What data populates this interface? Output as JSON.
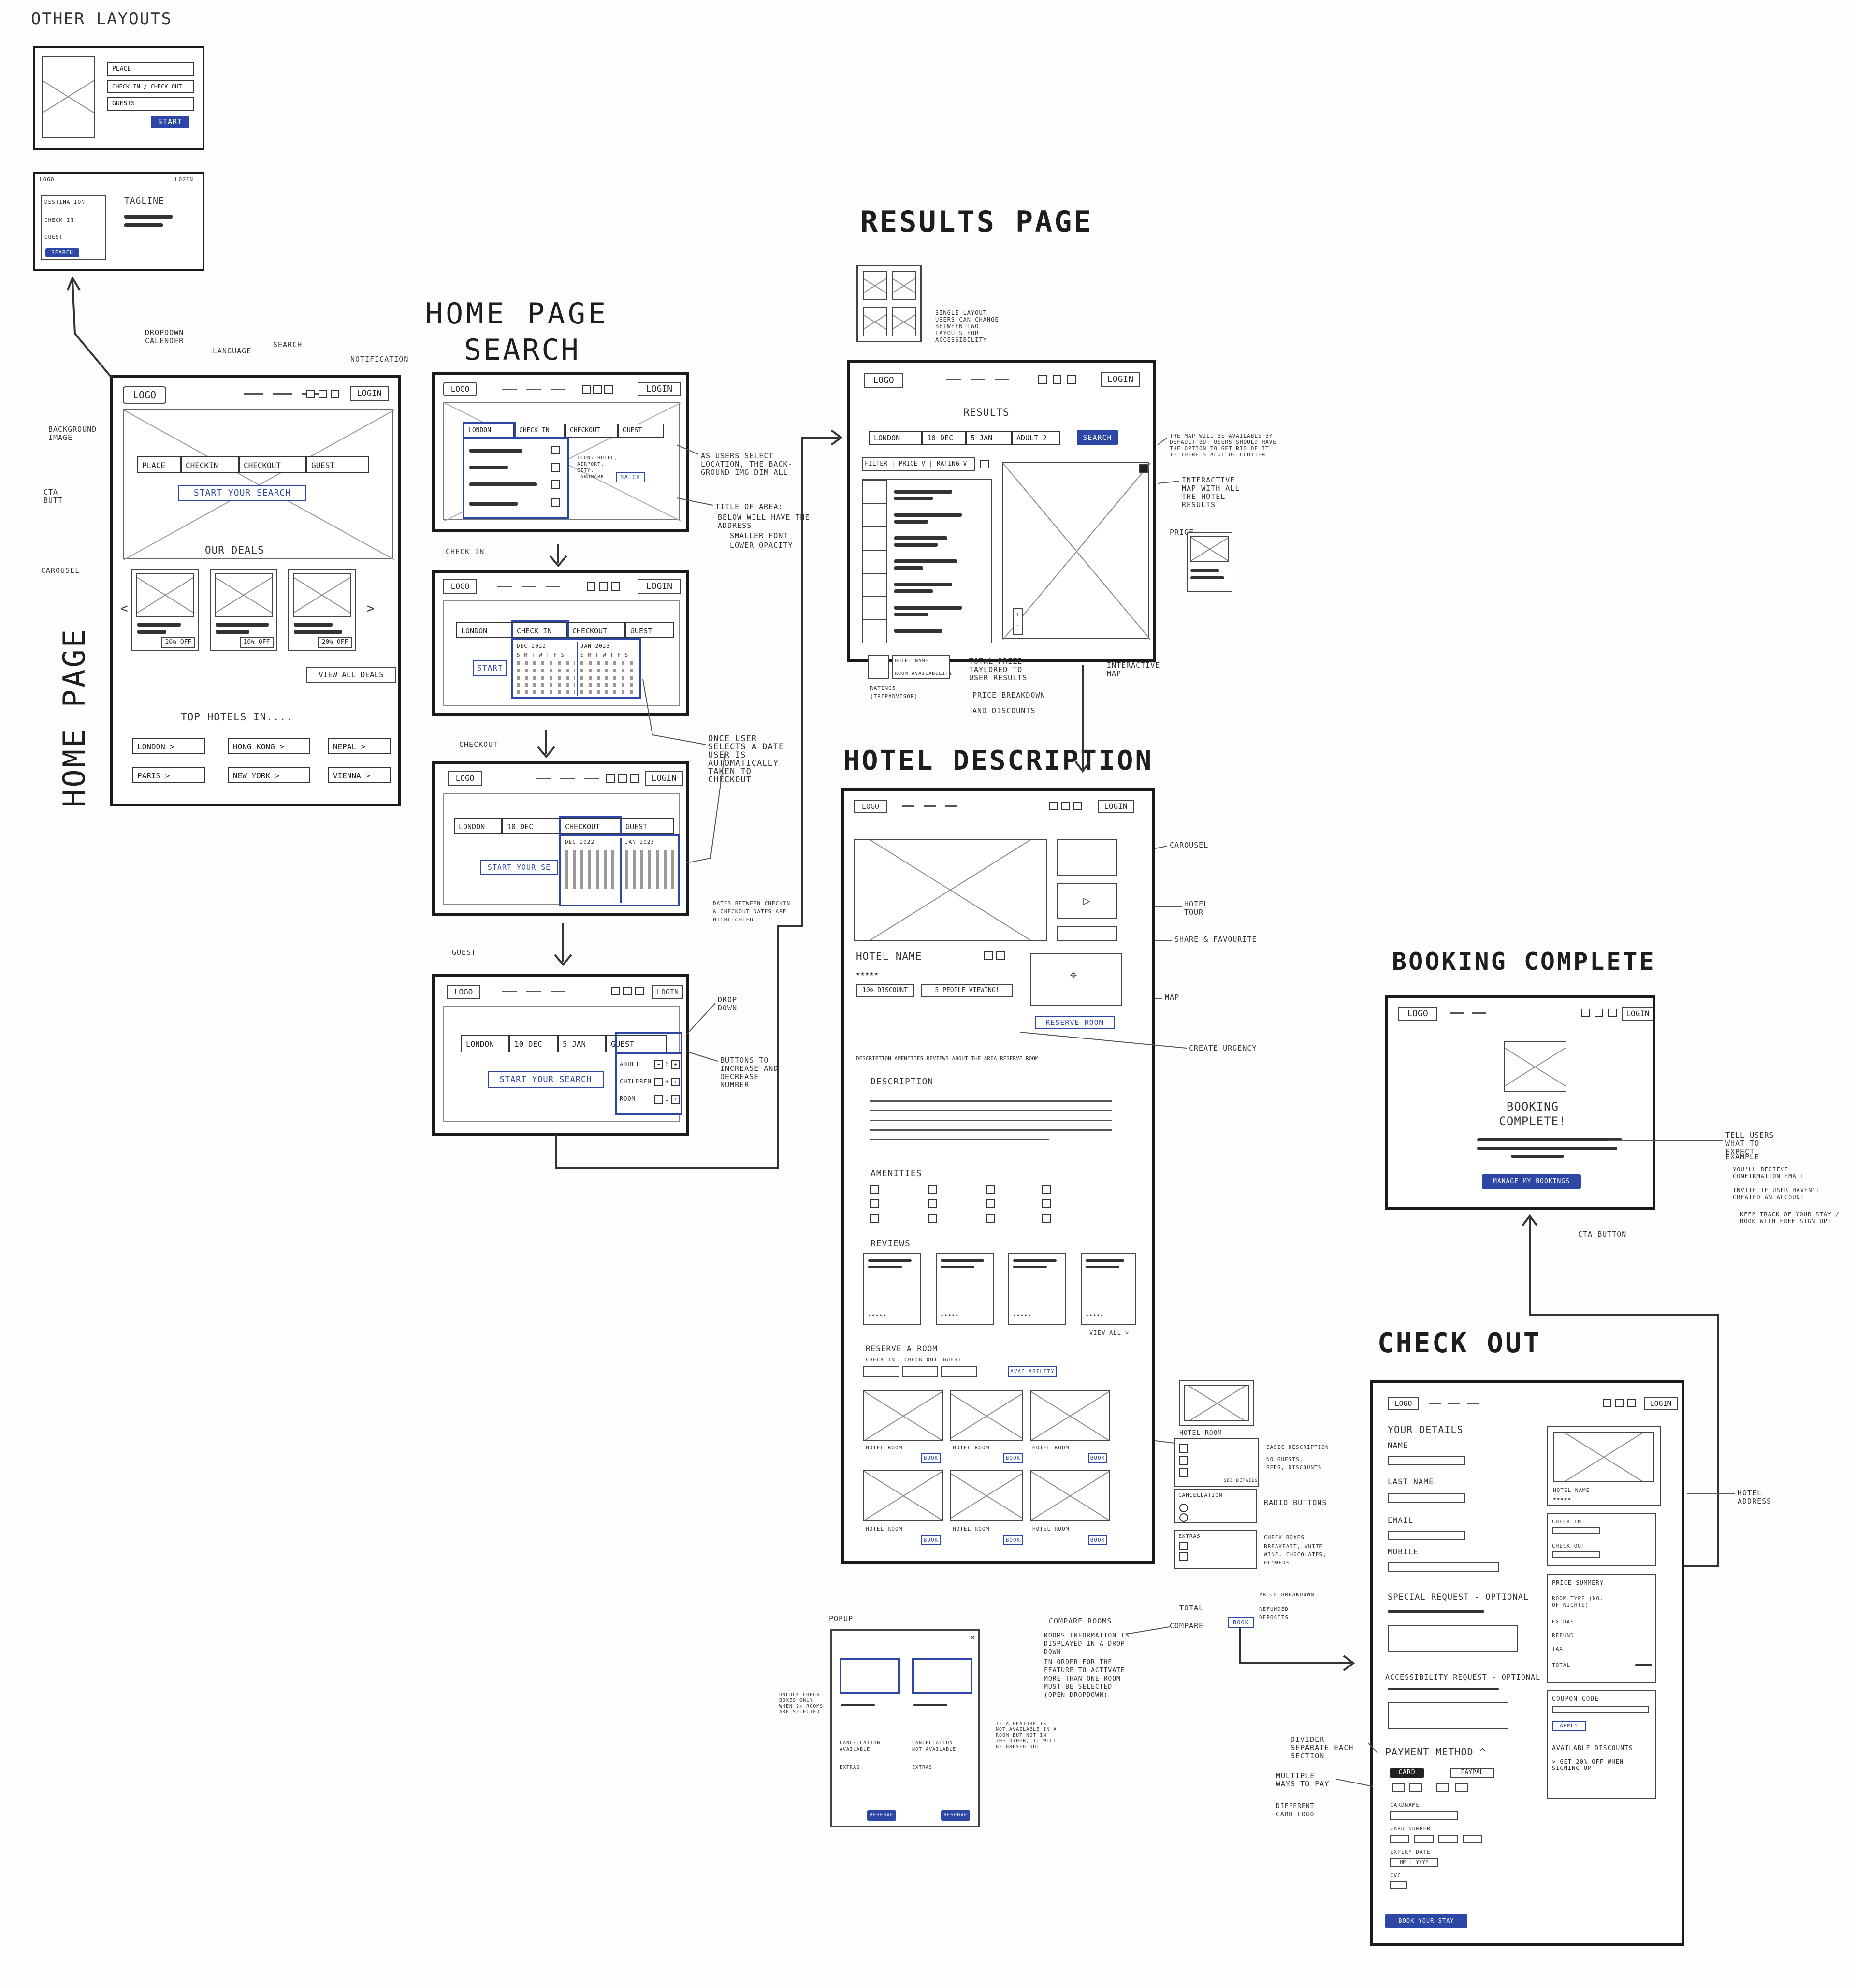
{
  "titles": {
    "other_layouts": "OTHER LAYOUTS",
    "results_page": "RESULTS PAGE",
    "home_page": "HOME PAGE",
    "home_search": "SEARCH",
    "hotel_description": "HOTEL DESCRIPTION",
    "booking_complete": "BOOKING COMPLETE",
    "check_out": "CHECK OUT",
    "home_vertical": "HOME PAGE"
  },
  "common": {
    "logo": "LOGO",
    "login": "LOGIN"
  },
  "other": {
    "place": "PLACE",
    "checkin_checkout": "CHECK IN / CHECK OUT",
    "guests": "GUESTS",
    "start": "START",
    "tagline": "TAGLINE",
    "destination": "DESTINATION",
    "checkin": "CHECK IN",
    "checkout": "CHECKOUT",
    "guest": "GUEST",
    "search": "SEARCH"
  },
  "home": {
    "place": "PLACE",
    "checkin": "CHECKIN",
    "checkout": "CHECKOUT",
    "guest": "GUEST",
    "start_search": "START YOUR SEARCH",
    "our_deals": "OUR DEALS",
    "deal1": "20% OFF",
    "deal2": "10% OFF",
    "deal3": "20% OFF",
    "view_all_deals": "VIEW ALL DEALS",
    "top_hotels": "TOP HOTELS IN....",
    "cities": [
      "LONDON >",
      "HONG KONG >",
      "NEPAL >",
      "PARIS >",
      "NEW YORK >",
      "VIENNA >"
    ]
  },
  "home_annot": {
    "dropdown_calender": "DROPDOWN CALENDER",
    "language": "LANGUAGE",
    "search": "SEARCH",
    "notification": "NOTIFICATION",
    "background_image": "BACKGROUND IMAGE",
    "cta_button": "CTA BUTT",
    "carousel": "CAROUSEL"
  },
  "search1": {
    "london": "LONDON",
    "checkin": "CHECK IN",
    "checkout": "CHECKOUT",
    "guest": "GUEST",
    "dropdown_notes": "ICON: HOTEL, AIRPORT, CITY, LANDMARK",
    "match": "MATCH"
  },
  "search_annot": {
    "bg_note": "AS USERS SELECT LOCATION, THE BACK-GROUND IMG DIM ALL",
    "title_area": "TITLE OF AREA:",
    "below_note": "BELOW WILL HAVE THE ADDRESS",
    "smaller_font": "SMALLER FONT",
    "lower_opacity": "LOWER OPACITY",
    "checkin_label": "CHECK IN",
    "checkout_label": "CHECKOUT",
    "guest_label": "GUEST",
    "date_note": "ONCE USER SELECTS A DATE USER IS AUTOMATICALLY TAKEN TO CHECKOUT.",
    "dates_between": "DATES BETWEEN CHECKIN & CHECKOUT DATES ARE HIGHLIGHTED",
    "dropdown": "DROP DOWN",
    "buttons_note": "BUTTONS TO INCREASE AND DECREASE NUMBER"
  },
  "search2": {
    "london": "LONDON",
    "checkin": "CHECK IN",
    "checkout": "CHECKOUT",
    "guest": "GUEST",
    "start": "START",
    "dec": "DEC 2022",
    "jan": "JAN 2023",
    "days": "S M T W T F S"
  },
  "search3": {
    "london": "LONDON",
    "date": "10 DEC",
    "checkout": "CHECKOUT",
    "guest": "GUEST",
    "start": "START YOUR SE",
    "dec": "DEC 2022",
    "jan": "JAN 2023"
  },
  "search4": {
    "london": "LONDON",
    "date1": "10 DEC",
    "date2": "5 JAN",
    "guest": "GUEST",
    "start": "START YOUR SEARCH",
    "adult": "ADULT",
    "children": "CHILDREN",
    "room": "ROOM",
    "adult_n": "2",
    "children_n": "0",
    "room_n": "1"
  },
  "results": {
    "results": "RESULTS",
    "london": "LONDON",
    "date1": "10 DEC",
    "date2": "5 JAN",
    "adult": "ADULT 2",
    "search": "SEARCH",
    "filter": "FILTER | PRICE V | RATING V",
    "hotel_name": "HOTEL NAME",
    "rating_note": "RATINGS (TRIPADVISOR)",
    "room_availability": "ROOM AVAILABILITY",
    "layout_note": "SINGLE LAYOUT USERS CAN CHANGE BETWEEN TWO LAYOUTS FOR ACCESSIBILITY",
    "map_note": "THE MAP WILL BE AVAILABLE BY DEFAULT BUT USERS SHOULD HAVE THE OPTION TO GET RID OF IT IF THERE'S ALOT OF CLUTTER",
    "interactive_map_results": "INTERACTIVE MAP WITH ALL THE HOTEL RESULTS",
    "price": "PRICE",
    "interactive_map": "INTERACTIVE MAP",
    "total_price": "TOTAL PRIZE TAYLORED TO USER RESULTS",
    "price_breakdown": "PRICE BREAKDOWN",
    "discounts": "AND DISCOUNTS",
    "hotel_name_small": "HOTEL NAME"
  },
  "desc": {
    "hotel_name": "HOTEL NAME",
    "discount": "10% DISCOUNT",
    "viewing": "5 PEOPLE VIEWING!",
    "reserve": "RESERVE ROOM",
    "tabs": "DESCRIPTION   AMENITIES   REVIEWS   ABOUT THE AREA   RESERVE ROOM",
    "description": "DESCRIPTION",
    "amenities": "AMENITIES",
    "reviews": "REVIEWS",
    "view_all": "VIEW ALL >",
    "reserve_a_room": "RESERVE A ROOM",
    "checkin": "CHECK IN",
    "checkout": "CHECK OUT",
    "guest": "GUEST",
    "availability": "AVAILABILITY",
    "hotel_room": "HOTEL ROOM",
    "book": "BOOK"
  },
  "desc_annot": {
    "carousel": "CAROUSEL",
    "hotel_tour": "HOTEL TOUR",
    "share": "SHARE & FAVOURITE",
    "map": "MAP",
    "urgency": "CREATE URGENCY",
    "hotel_room": "HOTEL ROOM",
    "basic_desc": "BASIC DESCRIPTION",
    "basic_list": "NO GUESTS, BEDS, DISCOUNTS",
    "see_details": "SEE DETAILS",
    "cancellation": "CANCELLATION",
    "radio": "RADIO BUTTONS",
    "extras": "EXTRAS",
    "check_boxes": "CHECK BOXES",
    "extras_list": "BREAKFAST, WHITE WINE, CHOCOLATES, FLOWERS",
    "total": "TOTAL",
    "compare": "COMPARE",
    "book": "BOOK",
    "price_breakdown": "PRICE BREAKDOWN",
    "refund_note": "REFUNDED DEPOSITS",
    "compare_rooms": "COMPARE ROOMS",
    "compare_note": "ROOMS INFORMATION IS DISPLAYED IN A DROP DOWN",
    "compare_note2": "IN ORDER FOR THE FEATURE TO ACTIVATE MORE THAN ONE ROOM MUST BE SELECTED (OPEN DROPDOWN)",
    "popup": "POPUP",
    "popup_note": "UNLOCK CHECK BOXES ONLY WHEN 2+ ROOMS ARE SELECTED",
    "cancellation_available": "CANCELLATION AVAILABLE",
    "cancellation_not": "CANCELLATION NOT AVAILABLE",
    "extras_label": "EXTRAS",
    "reserve": "RESERVE",
    "unavailable_note": "IF A FEATURE IS NOT AVAILABLE IN A ROOM BUT NOT IN THE OTHER, IT WILL BE GREYED OUT"
  },
  "complete": {
    "booking_complete": "BOOKING COMPLETE!",
    "manage": "MANAGE MY BOOKINGS",
    "tell_users": "TELL USERS WHAT TO EXPECT",
    "example": "EXAMPLE",
    "confirm_email": "YOU'LL RECIEVE CONFIRMATION EMAIL",
    "create_account": "INVITE IF USER HAVEN'T CREATED AN ACCOUNT",
    "keep_track": "KEEP TRACK OF YOUR STAY / BOOK WITH FREE SIGN UP!",
    "cta": "CTA BUTTON"
  },
  "checkout": {
    "your_details": "YOUR DETAILS",
    "name": "NAME",
    "last_name": "LAST NAME",
    "email": "EMAIL",
    "mobile": "MOBILE",
    "special": "SPECIAL REQUEST - OPTIONAL",
    "accessibility": "ACCESSIBILITY REQUEST - OPTIONAL",
    "payment": "PAYMENT METHOD ^",
    "card": "CARD",
    "paypal": "PAYPAL",
    "cardname": "CARDNAME",
    "card_number": "CARD NUMBER",
    "expiry": "EXPIRY DATE",
    "expiry_fmt": "MM | YYYY",
    "cvc": "CVC",
    "book_stay": "BOOK YOUR STAY",
    "hotel_name": "HOTEL NAME",
    "checkin": "CHECK IN",
    "checkout": "CHECK OUT",
    "price_summary": "PRICE SUMMERY",
    "room_type": "ROOM TYPE (NO. OF NIGHTS)",
    "extras": "EXTRAS",
    "refund": "REFUND",
    "tax": "TAX",
    "total": "TOTAL",
    "coupon": "COUPON CODE",
    "apply": "APPLY",
    "available_discounts": "AVAILABLE DISCOUNTS",
    "discount_note": "> GET 20% OFF WHEN SIGNING UP",
    "hotel_address": "HOTEL ADDRESS",
    "divider": "DIVIDER SEPARATE EACH SECTION",
    "multiple": "MULTIPLE WAYS TO PAY",
    "card_logo": "DIFFERENT CARD LOGO"
  },
  "colors": {
    "accent": "#2d47a6",
    "ink": "#1a1a1a"
  }
}
